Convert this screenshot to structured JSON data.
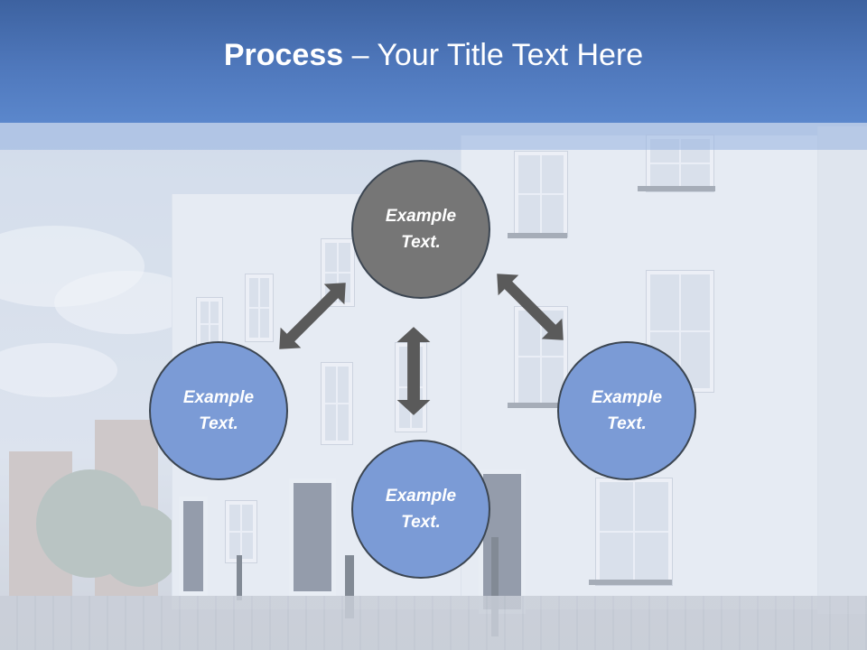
{
  "header": {
    "title_bold": "Process",
    "title_rest": " – Your Title Text Here"
  },
  "nodes": {
    "top": {
      "line1": "Example",
      "line2": "Text."
    },
    "left": {
      "line1": "Example",
      "line2": "Text."
    },
    "right": {
      "line1": "Example",
      "line2": "Text."
    },
    "bottom": {
      "line1": "Example",
      "line2": "Text."
    }
  },
  "colors": {
    "header": "#4f78bc",
    "node_center": "#767676",
    "node_outer": "#7b9bd6",
    "arrow": "#5a5a5a"
  },
  "icons": {
    "arrow_shape": "double-headed-arrow"
  }
}
